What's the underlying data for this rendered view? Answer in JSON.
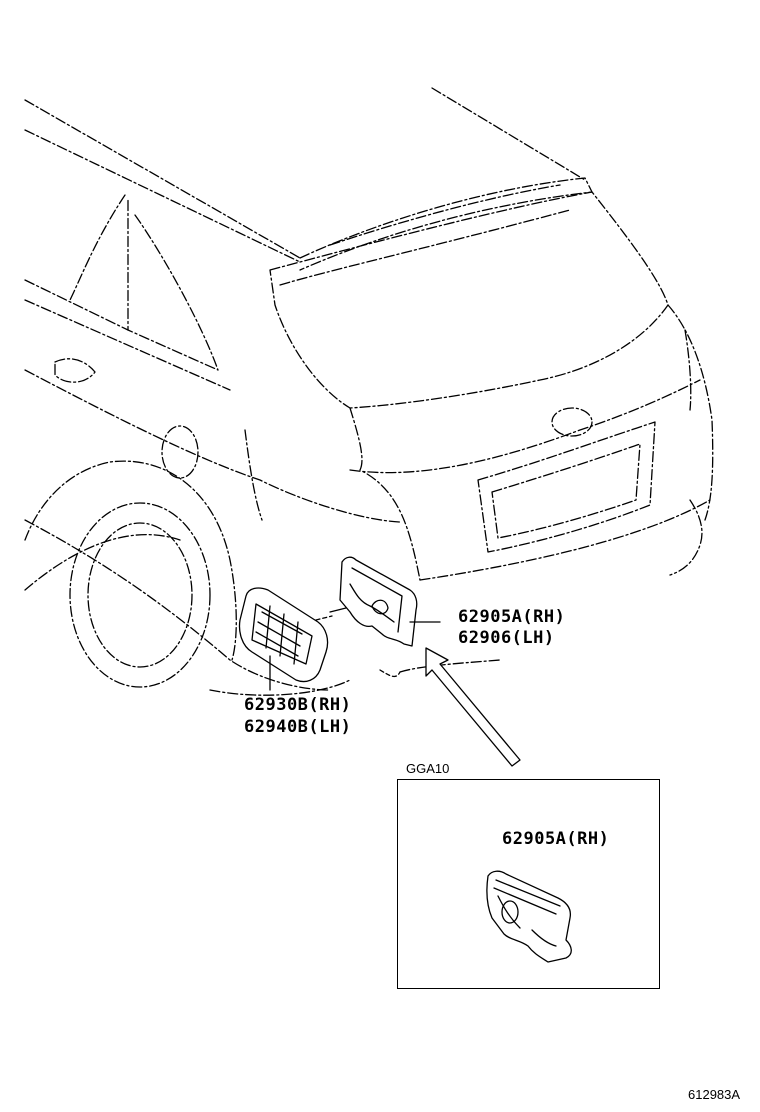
{
  "callouts": {
    "quarter_trim_rh": "62905A(RH)",
    "quarter_trim_lh": "62906(LH)",
    "duct_rh": "62930B(RH)",
    "duct_lh": "62940B(LH)"
  },
  "inset": {
    "model_code": "GGA10",
    "part_label": "62905A(RH)"
  },
  "figure_id": "612983A"
}
